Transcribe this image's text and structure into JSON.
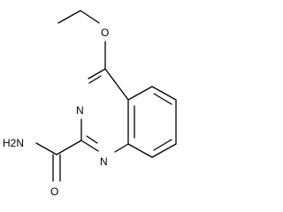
{
  "molecule": {
    "atoms": {
      "o_ether": "O",
      "n3": "N",
      "n1": "N",
      "nh2": "H2N",
      "o_carbonyl": "O"
    }
  },
  "colors": {
    "bond": "#000000",
    "label": "#000000",
    "background": "#ffffff"
  }
}
